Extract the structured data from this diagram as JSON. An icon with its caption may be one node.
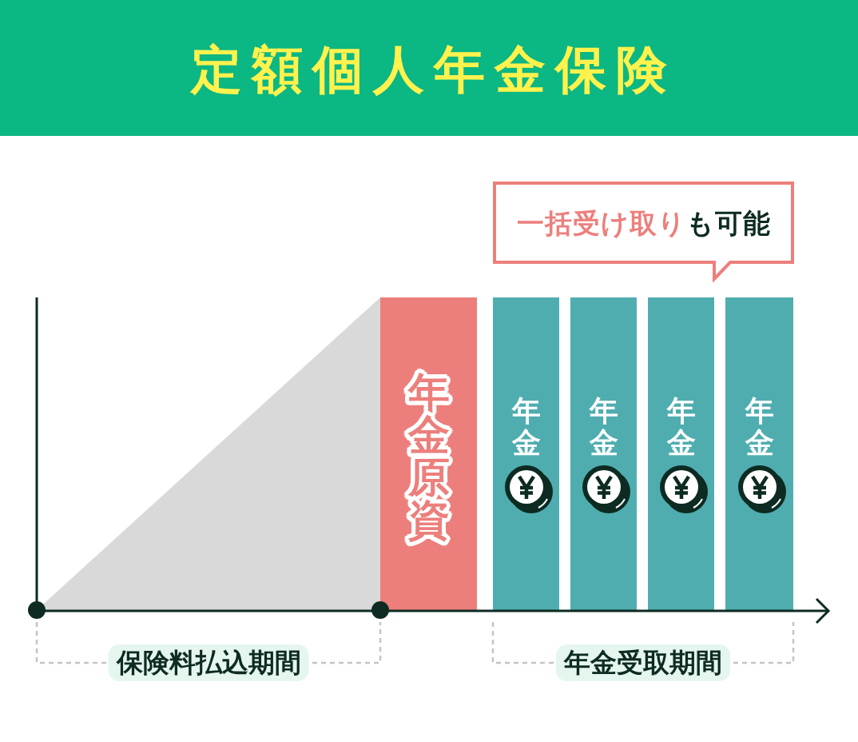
{
  "diagram": {
    "title": "定額個人年金保険",
    "nodes": [
      {
        "text": [
          "**一括受け取り**も可能"
        ]
      },
      {
        "text": [],
        "shape": "triangle"
      },
      {
        "text": [
          "年金原資"
        ]
      },
      {
        "text": [
          "年金"
        ]
      },
      {
        "text": [
          "年金"
        ]
      },
      {
        "text": [
          "年金"
        ]
      },
      {
        "text": [
          "年金"
        ]
      }
    ],
    "labels": [
      "保険料払込期間",
      "年金受取期間"
    ]
  }
}
